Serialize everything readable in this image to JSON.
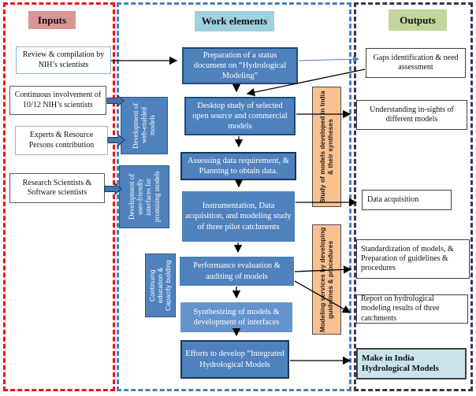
{
  "panels": {
    "inputs": {
      "title": "Inputs",
      "boxes": [
        {
          "label": "Review & compilation by NIH’s scientists"
        },
        {
          "label": "Continuous involvement of 10/12 NIH’s scientists"
        },
        {
          "label": "Experts & Resource Persons contribution"
        },
        {
          "label": "Research Scientists & Software scientists"
        }
      ]
    },
    "work": {
      "title": "Work elements",
      "flow": [
        {
          "label": "Preparation of a status document on “Hydrological Modeling”"
        },
        {
          "label": "Desktop study of selected open source and commercial models"
        },
        {
          "label": "Assessing data requirement, & Planning to obtain data."
        },
        {
          "label": "Instrumentation, Data acquisition, and modeling study of three pilot catchments"
        },
        {
          "label": "Performance evaluation & auditing of models"
        },
        {
          "label": "Synthesizing of models & development of interfaces"
        },
        {
          "label": "Efforts to develop “Integrated Hydrological Models"
        }
      ],
      "side_blue": [
        {
          "label": "Development of web-enabled models"
        },
        {
          "label": "Development of user-friendly interfaces for promising models"
        },
        {
          "label": "Continuing education & Capacity building"
        }
      ],
      "side_orange": [
        {
          "label": "Study of models developed in India & their syntheses"
        },
        {
          "label": "Modeling services by developing guidelines & procedures"
        }
      ]
    },
    "outputs": {
      "title": "Outputs",
      "boxes": [
        {
          "label": "Gaps identification & need assessment"
        },
        {
          "label": "Understanding in-sights of different models"
        },
        {
          "label": "Data acquisition"
        },
        {
          "label": "Standardization of models, & Preparation of guidelines & procedures"
        },
        {
          "label": "Report on hydrological modeling results of three catchments"
        },
        {
          "label": "Make in India Hydrological Models"
        }
      ]
    }
  },
  "colors": {
    "input_header": "#d99694",
    "work_header": "#9fd0e0",
    "output_header": "#c2d69b",
    "flow_box": "#4f81bd",
    "flow_box_light": "#6494ce",
    "orange_box": "#fac090",
    "inputs_border": "#ee1111",
    "work_border": "#4a7ebb",
    "outputs_border": "#403152",
    "highlight_output": "#c9e3ea"
  }
}
